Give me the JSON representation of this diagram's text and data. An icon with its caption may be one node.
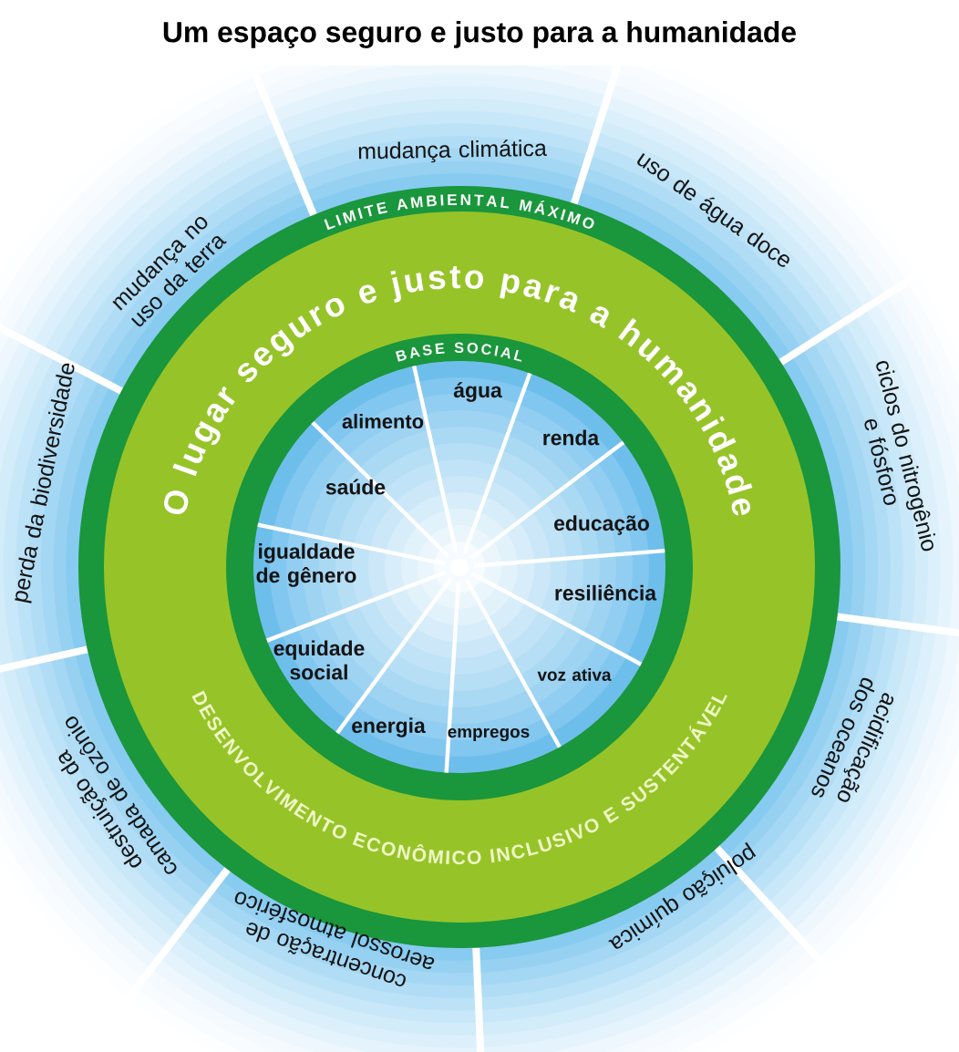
{
  "diagram": {
    "title": "Um espaço seguro e justo para a humanidade",
    "labels": [
      "mudança climática",
      "uso de água doce",
      "ciclos do nitrogênio e fósforo",
      "acidificação dos oceanos",
      "poluição química",
      "concentração de aerossol atmosférico",
      "destruição da camada de ozônio",
      "perda da biodiversidade",
      "mudança no uso da terra",
      "LIMITE AMBIENTAL MÁXIMO",
      "O lugar seguro e justo para a humanidade",
      "BASE SOCIAL",
      "DESENVOLVIMENTO ECONÔMICO INCLUSIVO E SUSTENTÁVEL",
      "água",
      "alimento",
      "renda",
      "saúde",
      "educação",
      "igualdade de gênero",
      "resiliência",
      "equidade social",
      "voz ativa",
      "energia",
      "empregos"
    ]
  }
}
